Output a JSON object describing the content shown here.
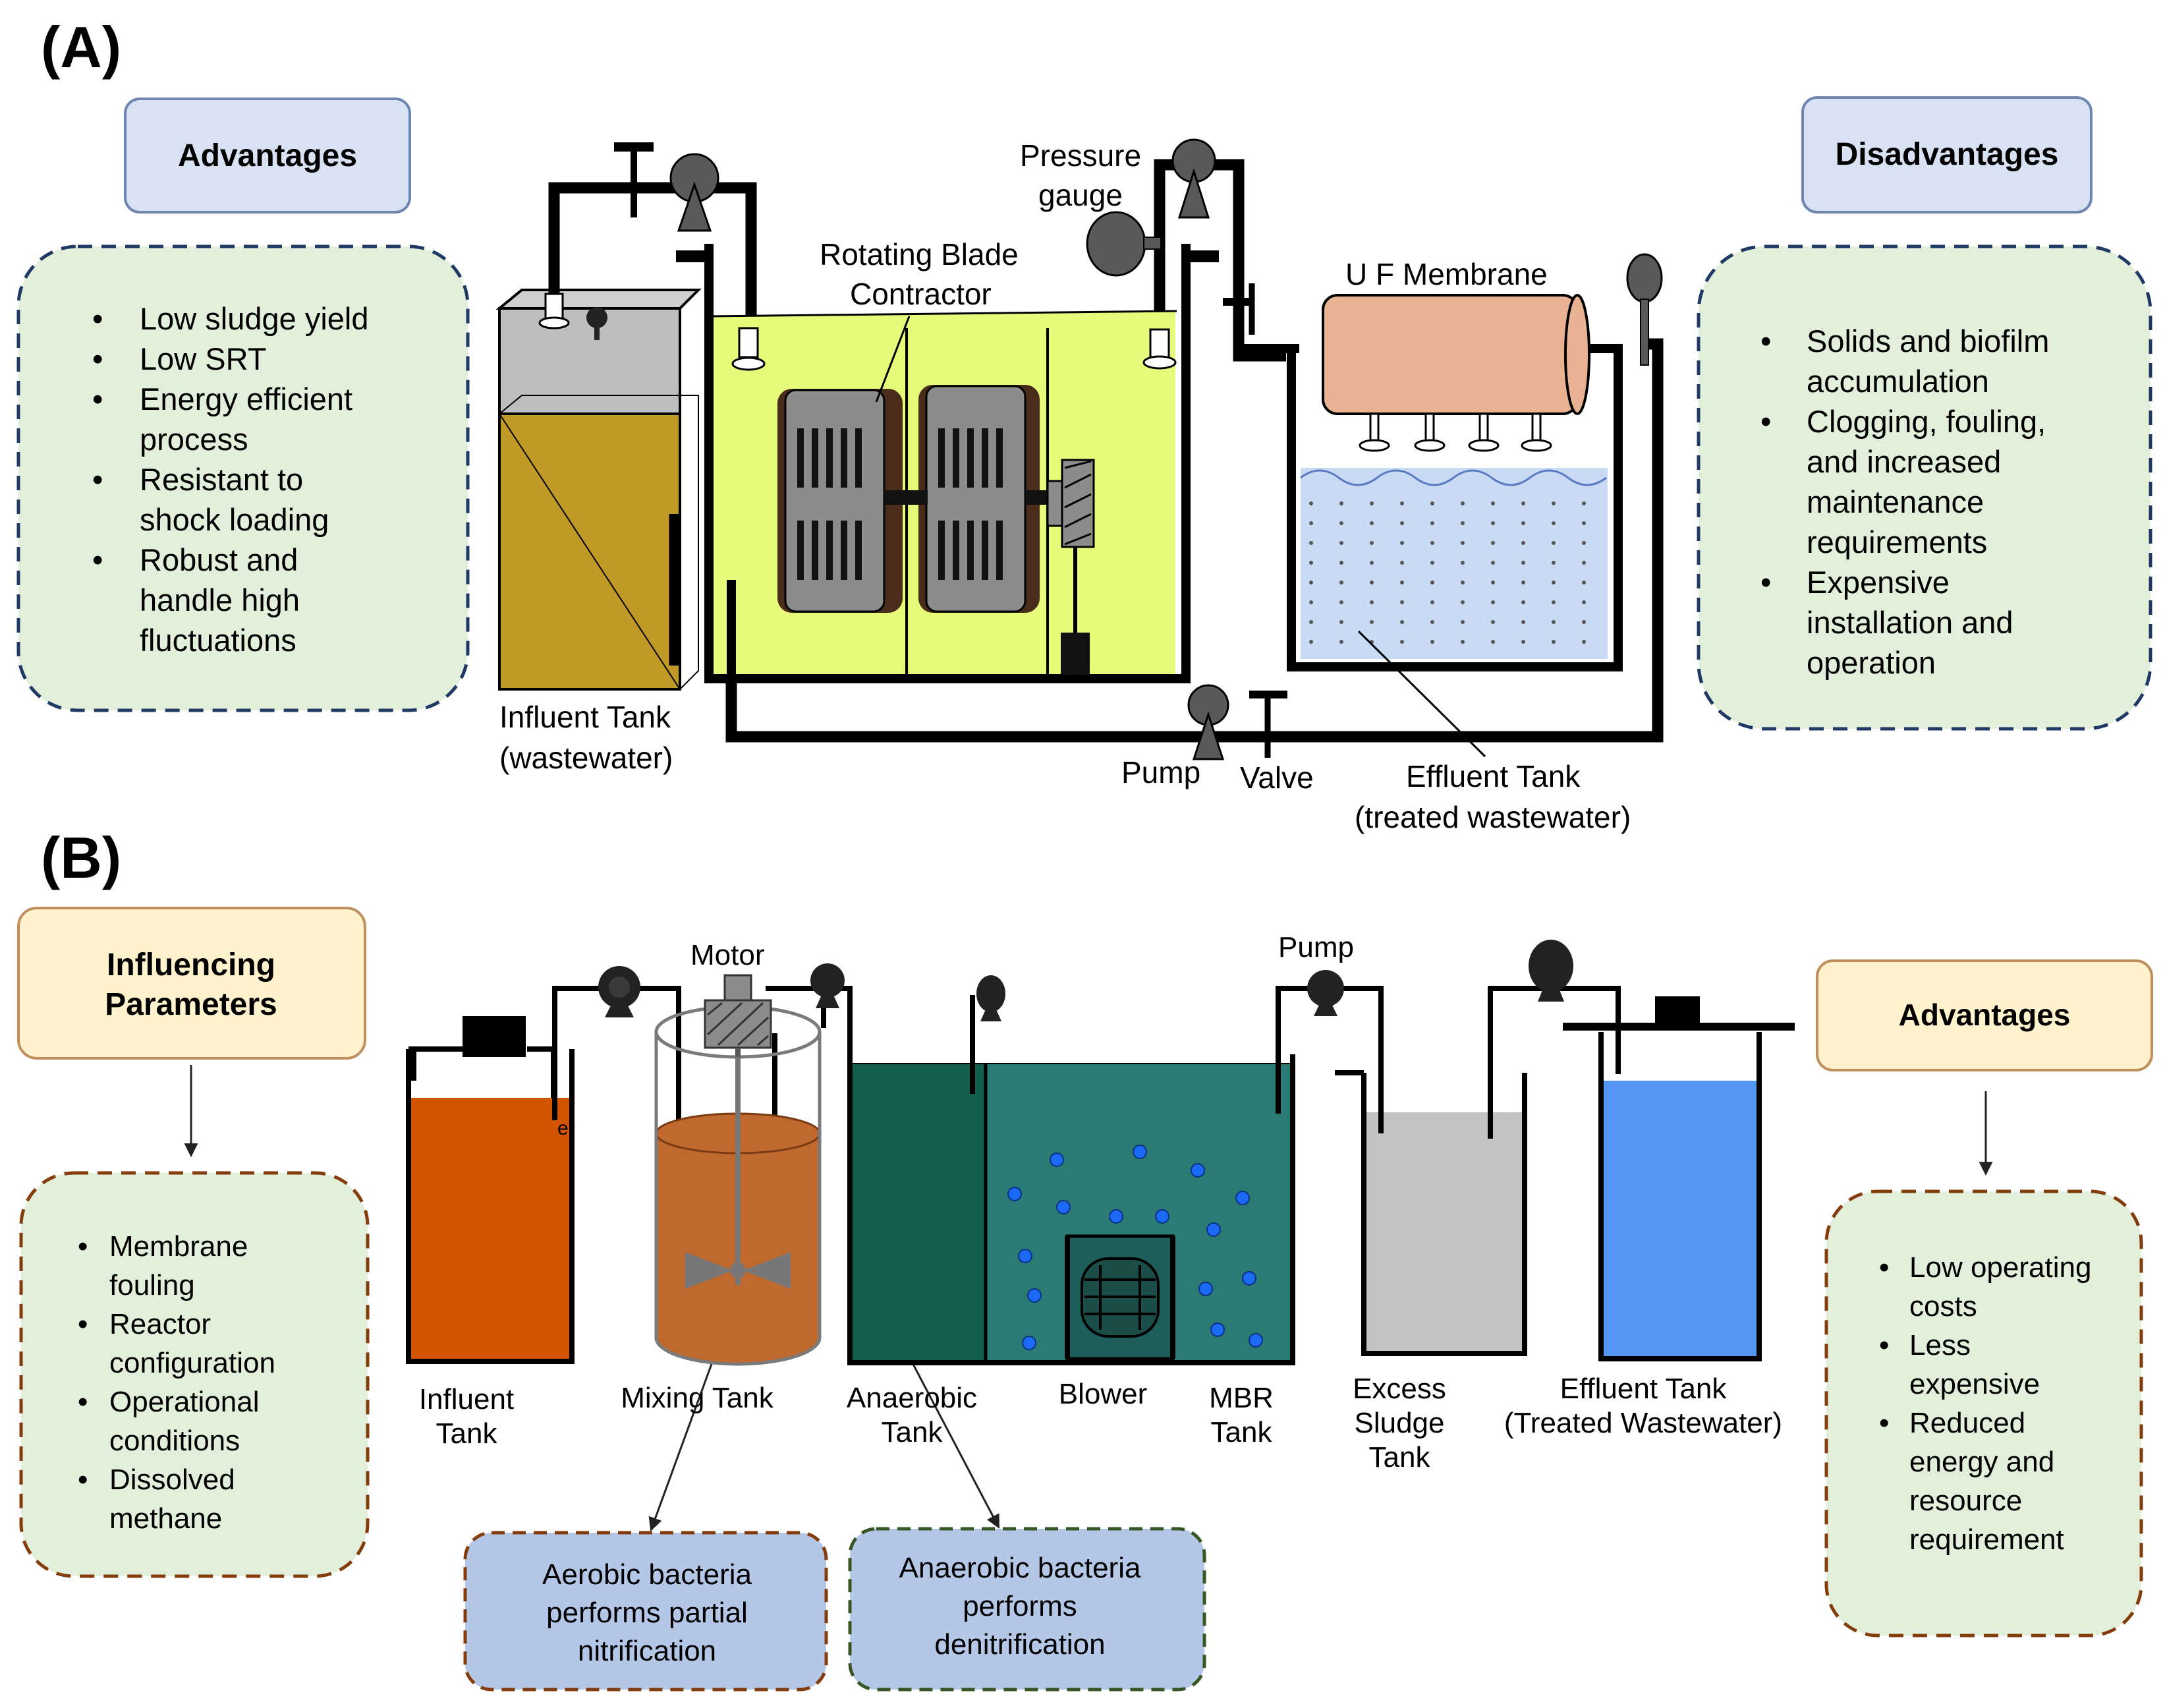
{
  "panel_a": {
    "letter": "(A)",
    "advantages": {
      "title": "Advantages",
      "items": [
        "Low sludge yield",
        "Low SRT",
        "Energy efficient process",
        "Resistant to shock loading",
        "Robust and handle high fluctuations"
      ],
      "lines": [
        {
          "text": "Low sludge yield",
          "bullet": true
        },
        {
          "text": "Low SRT",
          "bullet": true
        },
        {
          "text": "Energy efficient",
          "bullet": true
        },
        {
          "text": "process",
          "bullet": false
        },
        {
          "text": "Resistant to",
          "bullet": true
        },
        {
          "text": "shock loading",
          "bullet": false
        },
        {
          "text": "Robust and",
          "bullet": true
        },
        {
          "text": "handle high",
          "bullet": false
        },
        {
          "text": "fluctuations",
          "bullet": false
        }
      ]
    },
    "disadvantages": {
      "title": "Disadvantages",
      "items": [
        "Solids and biofilm accumulation",
        "Clogging, fouling, and increased maintenance requirements",
        "Expensive installation and operation"
      ],
      "lines": [
        {
          "text": "Solids and biofilm",
          "bullet": true
        },
        {
          "text": "accumulation",
          "bullet": false
        },
        {
          "text": "Clogging, fouling,",
          "bullet": true
        },
        {
          "text": "and increased",
          "bullet": false
        },
        {
          "text": "maintenance",
          "bullet": false
        },
        {
          "text": "requirements",
          "bullet": false
        },
        {
          "text": "Expensive",
          "bullet": true
        },
        {
          "text": "installation and",
          "bullet": false
        },
        {
          "text": "operation",
          "bullet": false
        }
      ]
    },
    "labels": {
      "pressure_gauge_1": "Pressure",
      "pressure_gauge_2": "gauge",
      "rotating_blade_1": "Rotating Blade",
      "rotating_blade_2": "Contractor",
      "uf_membrane": "U F Membrane",
      "influent_tank_1": "Influent Tank",
      "influent_tank_2": "(wastewater)",
      "pump": "Pump",
      "valve": "Valve",
      "effluent_tank_1": "Effluent Tank",
      "effluent_tank_2": "(treated wastewater)"
    }
  },
  "panel_b": {
    "letter": "(B)",
    "influencing": {
      "title_1": "Influencing",
      "title_2": "Parameters",
      "items": [
        "Membrane fouling",
        "Reactor configuration",
        "Operational conditions",
        "Dissolved methane"
      ],
      "lines": [
        {
          "text": "Membrane",
          "bullet": true
        },
        {
          "text": "fouling",
          "bullet": false
        },
        {
          "text": "Reactor",
          "bullet": true
        },
        {
          "text": "configuration",
          "bullet": false
        },
        {
          "text": "Operational",
          "bullet": true
        },
        {
          "text": "conditions",
          "bullet": false
        },
        {
          "text": "Dissolved",
          "bullet": true
        },
        {
          "text": "methane",
          "bullet": false
        }
      ]
    },
    "advantages": {
      "title": "Advantages",
      "items": [
        "Low operating costs",
        "Less expensive",
        "Reduced energy and resource requirement"
      ],
      "lines": [
        {
          "text": "Low operating",
          "bullet": true
        },
        {
          "text": "costs",
          "bullet": false
        },
        {
          "text": "Less",
          "bullet": true
        },
        {
          "text": "expensive",
          "bullet": false
        },
        {
          "text": "Reduced",
          "bullet": true
        },
        {
          "text": "energy and",
          "bullet": false
        },
        {
          "text": "resource",
          "bullet": false
        },
        {
          "text": "requirement",
          "bullet": false
        }
      ]
    },
    "aerobic_note": {
      "text": "Aerobic bacteria performs partial nitrification",
      "lines": [
        "Aerobic bacteria",
        "performs partial",
        "nitrification"
      ]
    },
    "anaerobic_note": {
      "text": "Anaerobic bacteria performs denitrification",
      "lines": [
        "Anaerobic bacteria",
        "performs",
        "denitrification"
      ]
    },
    "labels": {
      "motor": "Motor",
      "pump": "Pump",
      "influent_1": "Influent",
      "influent_2": "Tank",
      "mixing": "Mixing Tank",
      "anaerobic_1": "Anaerobic",
      "anaerobic_2": "Tank",
      "blower": "Blower",
      "mbr_1": "MBR",
      "mbr_2": "Tank",
      "excess_1": "Excess",
      "excess_2": "Sludge",
      "excess_3": "Tank",
      "effluent_1": "Effluent Tank",
      "effluent_2": "(Treated Wastewater)",
      "stray": "er"
    }
  },
  "colors": {
    "influent_tank_a": "#bf9a27",
    "reactor_fluid_a": "#e6fb7a",
    "membrane": "#e9b393",
    "effluent_water_a": "#c9dbf4",
    "advantages_header_a": "#d9e2f3",
    "pros_box_fill": "#e2efda",
    "header_b": "#fff2cc",
    "influent_tank_b": "#d35400",
    "mixing_tank_fluid": "#c0692f",
    "anaerobic_tank": "#125e4d",
    "mbr_tank": "#2a7b74",
    "excess_sludge": "#c3c3c3",
    "effluent_tank_b": "#5497f3",
    "bubble": "#1b6af5",
    "note_fill": "#b4c7e7"
  }
}
